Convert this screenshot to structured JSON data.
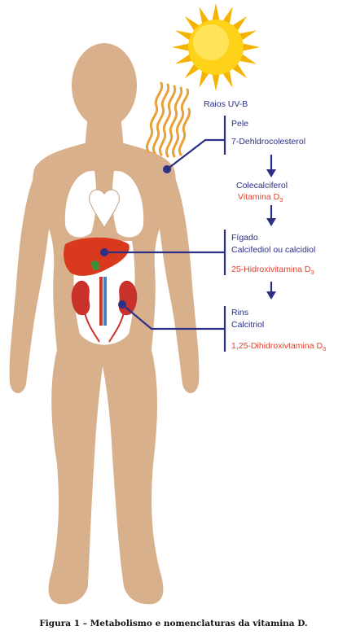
{
  "labels": {
    "uvb": "Raios UV-B",
    "skin": "Pele",
    "skin_compound": "7-Dehldrocolesterol",
    "chole": "Colecalciferol",
    "vitd3_base": "Vitamina D",
    "vitd3_sub": "3",
    "liver": "Fígado",
    "liver_compound": "Calcifediol ou calcidiol",
    "hydroxy_base": "25-Hidroxivitamina D",
    "hydroxy_sub": "3",
    "kidney": "Rins",
    "kidney_compound": "Calcitriol",
    "dihydroxy_base": "1,25-Dihidroxivtamina D",
    "dihydroxy_sub": "3"
  },
  "caption": "Figura 1 – Metabolismo e nomenclaturas da vitamina D.",
  "colors": {
    "skin_tone": "#d9b08c",
    "organ_white": "#ffffff",
    "liver": "#d93a1e",
    "kidney": "#c8322a",
    "sun_core": "#ffd21a",
    "sun_ray": "#f3b300",
    "uv_wave": "#e8a23a",
    "connector": "#2b2f86",
    "label_navy": "#2b2f86",
    "label_red": "#e2402b"
  }
}
